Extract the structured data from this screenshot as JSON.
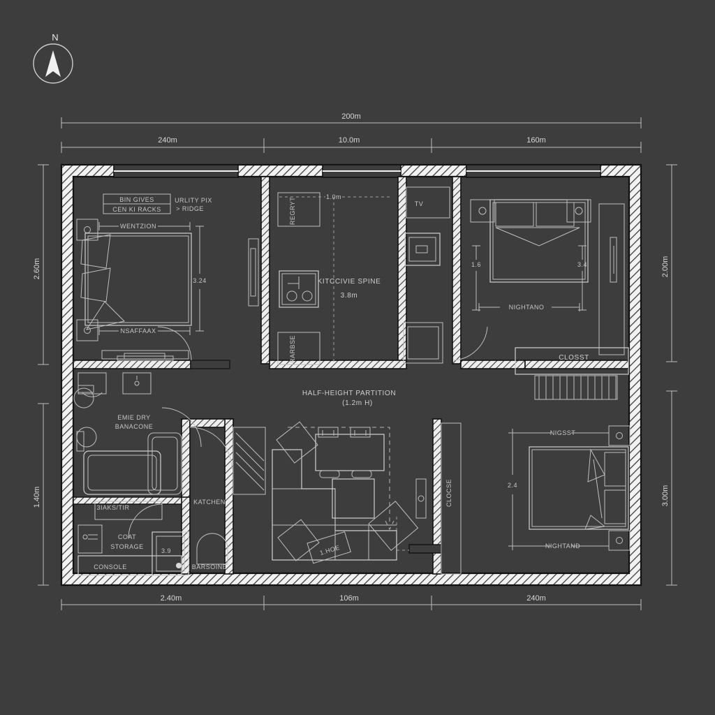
{
  "meta": {
    "title": "Apartment Floor Plan",
    "bg_color": "#3d3d3d",
    "wall_color": "#f2f2f2",
    "line_color": "#cfcfcf"
  },
  "compass": {
    "label": "N",
    "name": "north-arrow"
  },
  "dimensions": {
    "top_overall": "200m",
    "top_segments": [
      "240m",
      "10.0m",
      "160m"
    ],
    "bottom_segments": [
      "2.40m",
      "106m",
      "240m"
    ],
    "left_segments": [
      "2.60m",
      "1.40m"
    ],
    "right_segments": [
      "2.00m",
      "3.00m"
    ]
  },
  "interior_dims": {
    "bed1_width": "3.24",
    "kitchen_gap": "1.0m",
    "bed2_left": "1.6",
    "bed2_right": "3.4",
    "bed3": "2.4",
    "storage": "3.9"
  },
  "labels": {
    "bin_gives": "BIN GIVES",
    "cen_ki_racks": "CEN KI RACKS",
    "utility_pix": "URLITY PIX",
    "ridge": "> RIDGE",
    "wentzion": "WENTZION",
    "nsaffaax": "NSAFFAAX",
    "kitchen_spine": "KITCCIVIE SPINE",
    "kitchen_spine_dim": "3.8m",
    "tv": "TV",
    "nightstand_top": "NIGHTANO",
    "closet_top": "CLOSST",
    "half_height_partition": "HALF-HEIGHT PARTITION",
    "half_height_partition_h": "(1.2m H)",
    "emie_dry": "EMIE DRY",
    "banacone": "BANACONE",
    "kitchen": "KATCHEN",
    "baksitr": "3IAKS/TIR",
    "coat_storage_1": "COAT",
    "coat_storage_2": "STORAGE",
    "console": "CONSOLE",
    "barsoine": "BARSOINE",
    "closet_side": "CLOCSE",
    "nigsst": "NIGSST",
    "nightstand_bottom": "NIGHTAND",
    "appliance_v1": "REGRYT",
    "appliance_v2": "RARBSE",
    "sofa_tag": "1.HOE"
  }
}
